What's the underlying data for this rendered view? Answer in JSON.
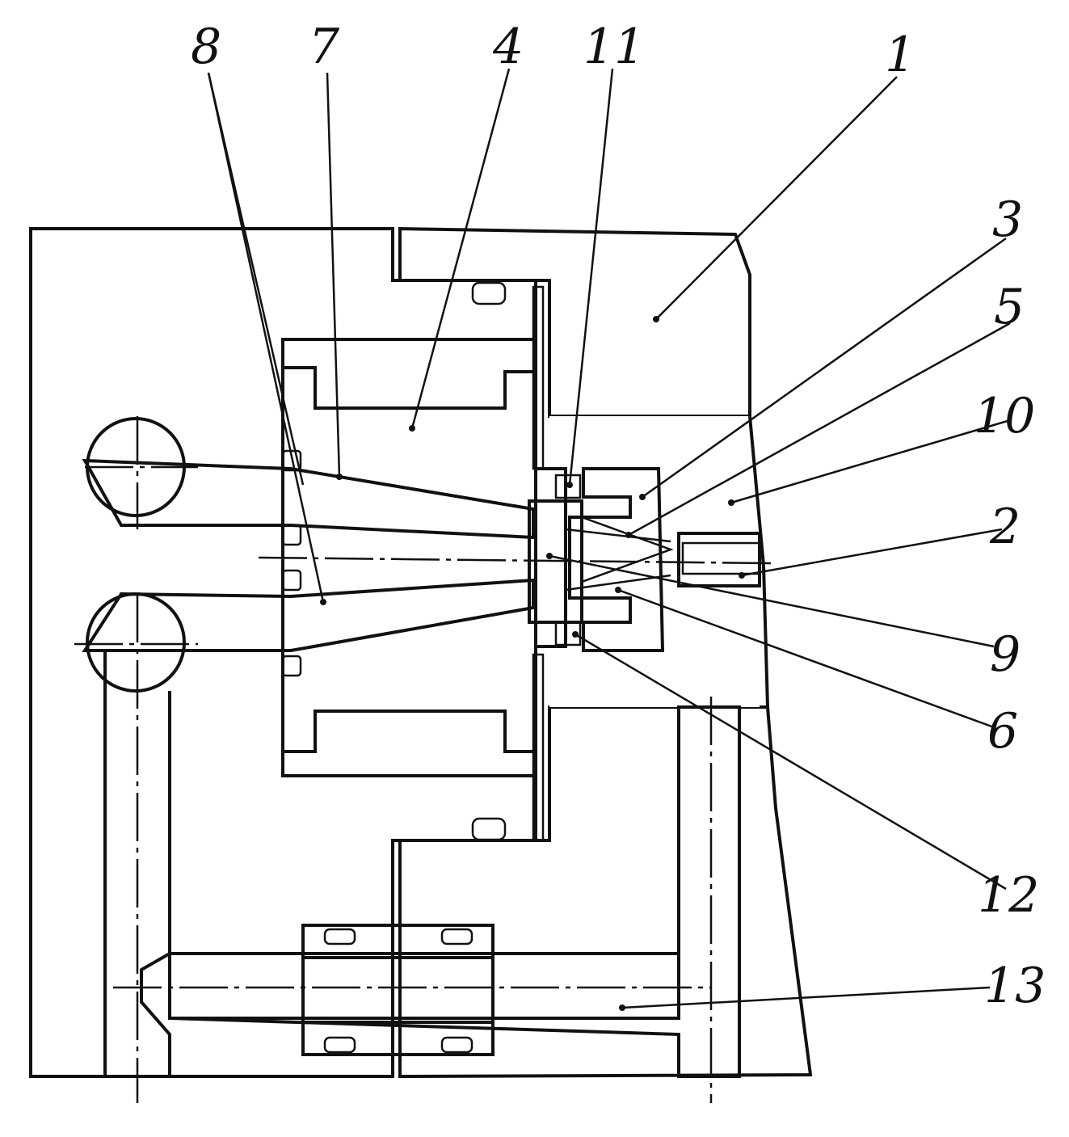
{
  "labels": {
    "l8": "8",
    "l7": "7",
    "l4": "4",
    "l11": "11",
    "l1": "1",
    "l3": "3",
    "l5": "5",
    "l10": "10",
    "l2": "2",
    "l9": "9",
    "l6": "6",
    "l12": "12",
    "l13": "13"
  },
  "colors": {
    "ink": "#111111",
    "paper": "#ffffff",
    "seal": "#333333"
  }
}
